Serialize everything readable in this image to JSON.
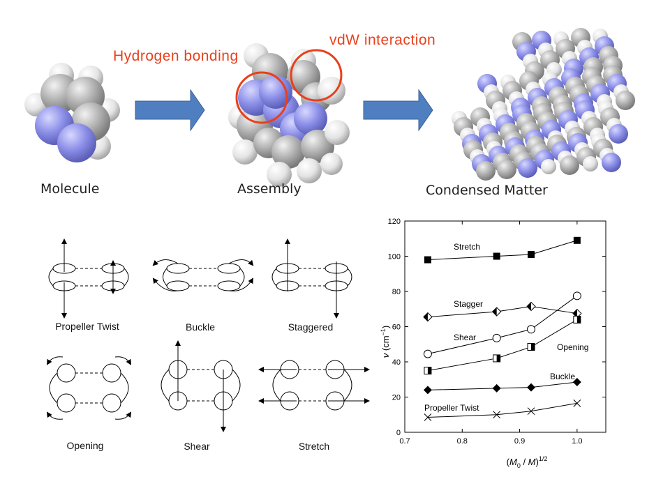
{
  "top": {
    "stages": [
      "Molecule",
      "Assembly",
      "Condensed Matter"
    ],
    "annotations": {
      "hbond": "Hydrogen bonding",
      "vdw": "vdW interaction"
    },
    "colors": {
      "arrow": "#4f7fc0",
      "carbon": "#a9a9a9",
      "nitrogen": "#8c8fe8",
      "hydrogen": "#e8e8e8",
      "highlight": "#e8401c"
    }
  },
  "modes": [
    {
      "label": "Propeller Twist"
    },
    {
      "label": "Buckle"
    },
    {
      "label": "Staggered"
    },
    {
      "label": "Opening"
    },
    {
      "label": "Shear"
    },
    {
      "label": "Stretch"
    }
  ],
  "chart_data": {
    "type": "line",
    "xlabel_parts": {
      "open": "(",
      "m0": "M",
      "sub0": "0",
      "slash": " / ",
      "m": "M",
      "close": ")",
      "exp": "1/2"
    },
    "ylabel_parts": {
      "nu": "ν",
      "open": " (cm",
      "exp": "−1",
      "close": ")"
    },
    "xlim": [
      0.7,
      1.05
    ],
    "ylim": [
      0,
      120
    ],
    "xticks": [
      "0.7",
      "0.8",
      "0.9",
      "1.0"
    ],
    "xtick_values": [
      0.7,
      0.8,
      0.9,
      1.0
    ],
    "yticks": [
      "0",
      "20",
      "40",
      "60",
      "80",
      "100",
      "120"
    ],
    "ytick_values": [
      0,
      20,
      40,
      60,
      80,
      100,
      120
    ],
    "x": [
      0.74,
      0.86,
      0.92,
      1.0
    ],
    "series": [
      {
        "name": "Stretch",
        "values": [
          98,
          100,
          101,
          109
        ],
        "marker": "square-filled"
      },
      {
        "name": "Stagger",
        "values": [
          65.5,
          68.5,
          71.5,
          67.5
        ],
        "marker": "diamond-half"
      },
      {
        "name": "Shear",
        "values": [
          44.5,
          53.5,
          58.5,
          77.5
        ],
        "marker": "circle-open"
      },
      {
        "name": "Opening",
        "values": [
          35,
          42,
          48.5,
          64
        ],
        "marker": "square-half"
      },
      {
        "name": "Buckle",
        "values": [
          24,
          25,
          25.5,
          28.5
        ],
        "marker": "diamond-filled"
      },
      {
        "name": "Propeller Twist",
        "values": [
          8.5,
          10,
          12,
          16.5
        ],
        "marker": "cross"
      }
    ],
    "grid": false
  }
}
